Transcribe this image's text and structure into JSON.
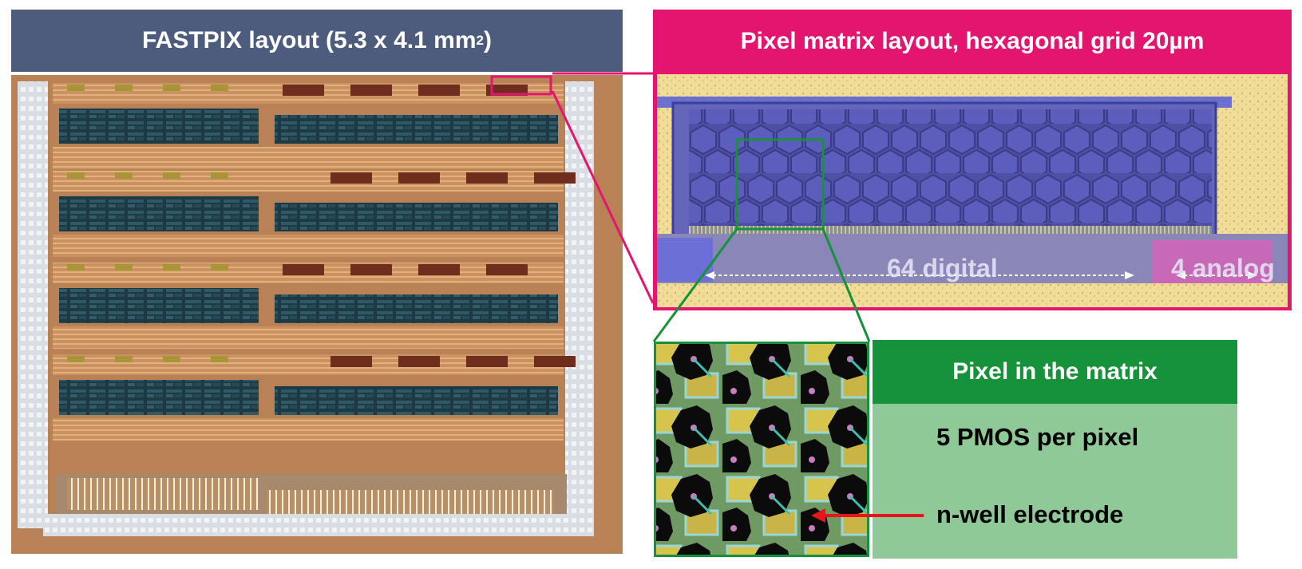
{
  "layout_panel": {
    "title": "FASTPIX layout (5.3 x 4.1 mm",
    "title_superscript": "2",
    "title_close": ")"
  },
  "matrix_panel": {
    "title": "Pixel matrix layout, hexagonal grid 20µm",
    "label_digital": "64 digital",
    "label_analog": "4 analog"
  },
  "pixel_panel": {
    "title": "Pixel in the matrix",
    "pmos_text": "5 PMOS per pixel",
    "nwell_text": "n-well electrode"
  },
  "colors": {
    "layout_title_bg": "#4d5b7c",
    "matrix_frame": "#e3156f",
    "pixel_frame": "#15923a",
    "pixel_body": "#8fc997",
    "pointer_arrow": "#e8141b"
  }
}
